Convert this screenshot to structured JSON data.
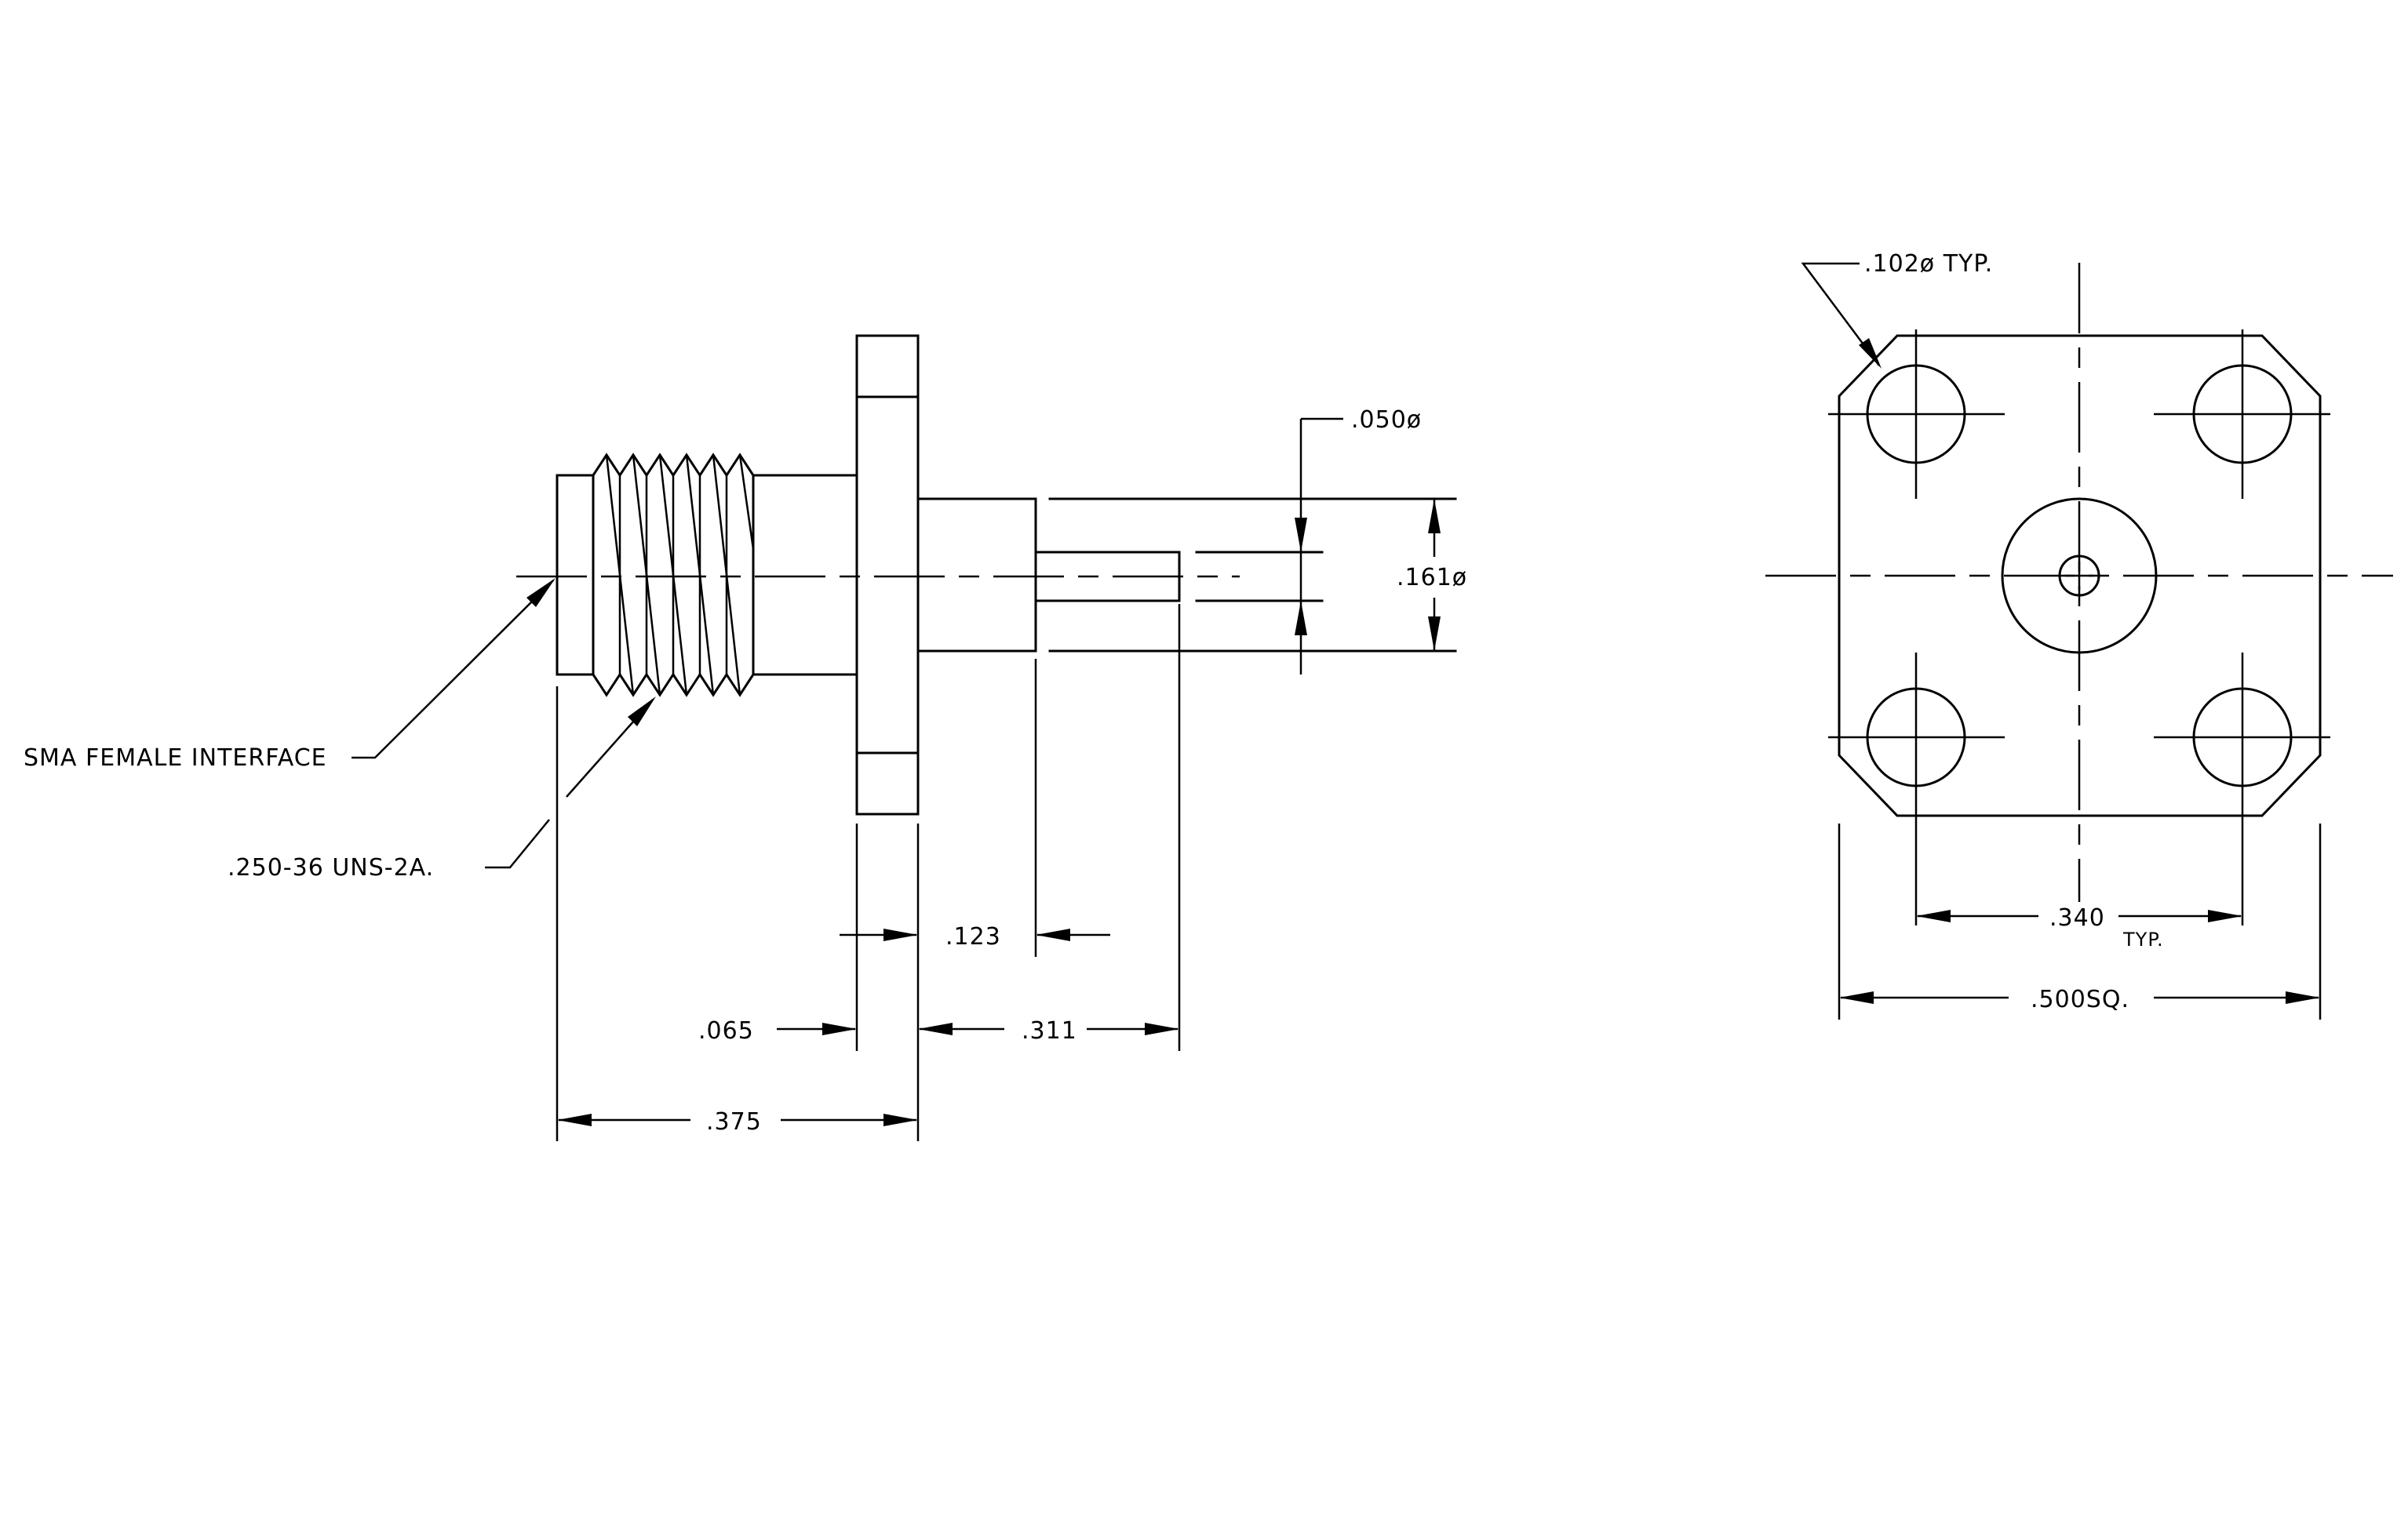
{
  "side_view": {
    "callouts": {
      "interface": "SMA FEMALE INTERFACE",
      "thread": ".250-36 UNS-2A."
    },
    "dimensions": {
      "pin_diameter": ".050ø",
      "body_diameter": ".161ø",
      "flange_thickness": ".065",
      "step_length": ".123",
      "rear_length": ".311",
      "front_length": ".375"
    }
  },
  "front_view": {
    "callouts": {
      "hole_diameter": ".102ø TYP."
    },
    "dimensions": {
      "hole_spacing": ".340",
      "hole_spacing_note": "TYP.",
      "flange_size": ".500SQ."
    }
  }
}
